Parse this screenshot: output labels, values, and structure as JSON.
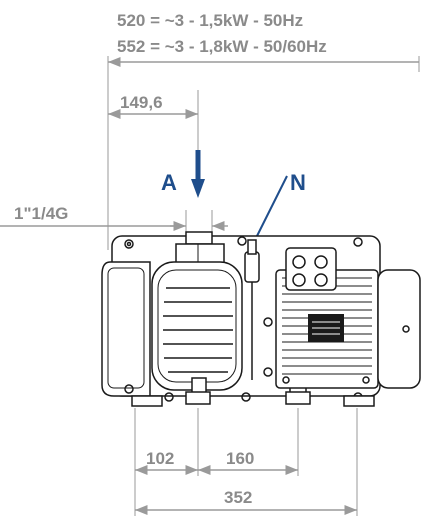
{
  "labels": {
    "model_520": "520 = ~3 - 1,5kW - 50Hz",
    "model_552": "552 = ~3 - 1,8kW - 50/60Hz",
    "dim_149_6": "149,6",
    "inlet_label": "A",
    "exhaust_label": "N",
    "thread_size": "1\"1/4G",
    "dim_102": "102",
    "dim_160": "160",
    "dim_352": "352"
  },
  "colors": {
    "dimension_text": "#8a8a8a",
    "callout": "#1f4e8c",
    "outline": "#1a1a1a"
  }
}
